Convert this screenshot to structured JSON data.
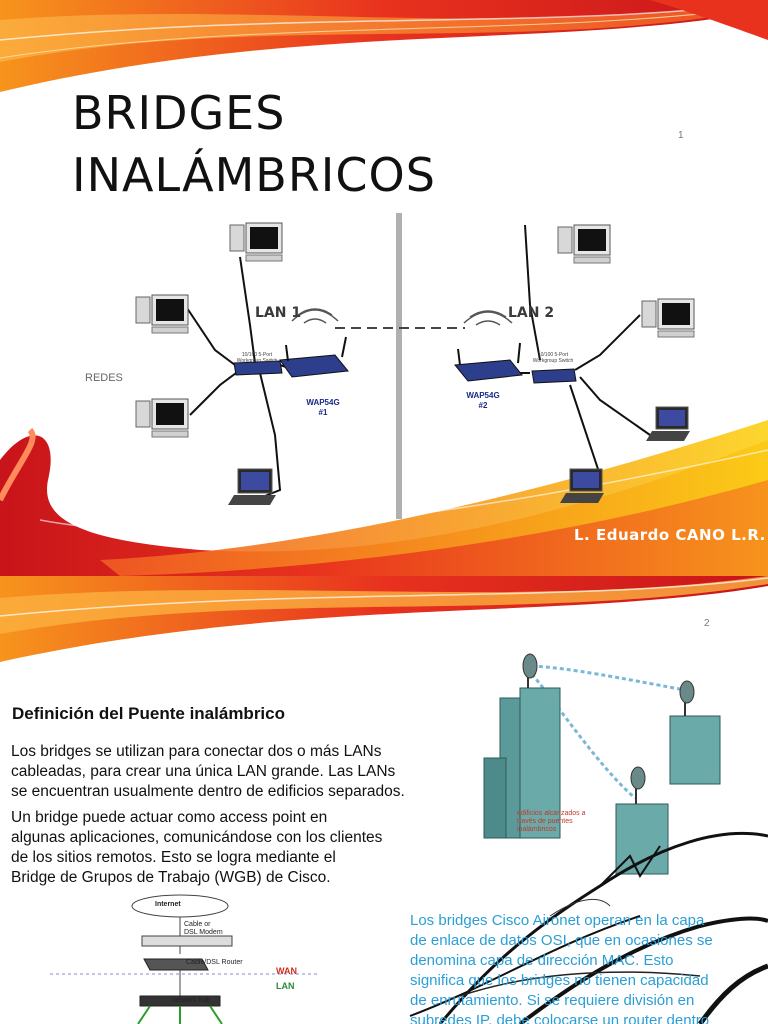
{
  "slide1": {
    "title_line1": "BRIDGES",
    "title_line2": "INALÁMBRICOS",
    "page_number": "1",
    "section_label": "REDES",
    "author": "L. Eduardo CANO L.R.",
    "diagram": {
      "lan1_label": "LAN 1",
      "lan2_label": "LAN 2",
      "wap1_label": "WAP54G",
      "wap1_num": "#1",
      "wap2_label": "WAP54G",
      "wap2_num": "#2",
      "switch1_label": "10/100 5-Port Workgroup Switch",
      "switch2_label": "10/100 5-Port Workgroup Switch"
    }
  },
  "slide2": {
    "page_number": "2",
    "heading": "Definición del Puente inalámbrico",
    "paragraph1": [
      "Los bridges se utilizan para conectar dos o más LANs",
      "cableadas, para crear una única LAN grande. Las LANs",
      "se encuentran usualmente dentro de edificios separados."
    ],
    "paragraph2": [
      "Un bridge puede actuar como access point en",
      "algunas aplicaciones, comunicándose con los clientes",
      "de los sitios remotos. Esto se logra mediante el",
      "Bridge de Grupos de Trabajo (WGB) de Cisco."
    ],
    "buildings_caption": [
      "edificios alcanzados a",
      "través de puentes",
      "inalámbricos"
    ],
    "network": {
      "internet": "Internet",
      "modem": [
        "Cable or",
        "DSL Modem"
      ],
      "router": "Cable/DSL Router",
      "wan": "WAN",
      "lan": "LAN",
      "hub": "network hub"
    },
    "cisco_text": [
      "Los bridges Cisco Aironet operan en la capa",
      "de enlace de datos OSI, que en ocasiones se",
      "denomina capa de dirección MAC. Esto",
      "significa que los bridges no tienen capacidad",
      "de enrutamiento. Si se requiere división en",
      "subredes IP, debe colocarse un router dentro"
    ]
  }
}
